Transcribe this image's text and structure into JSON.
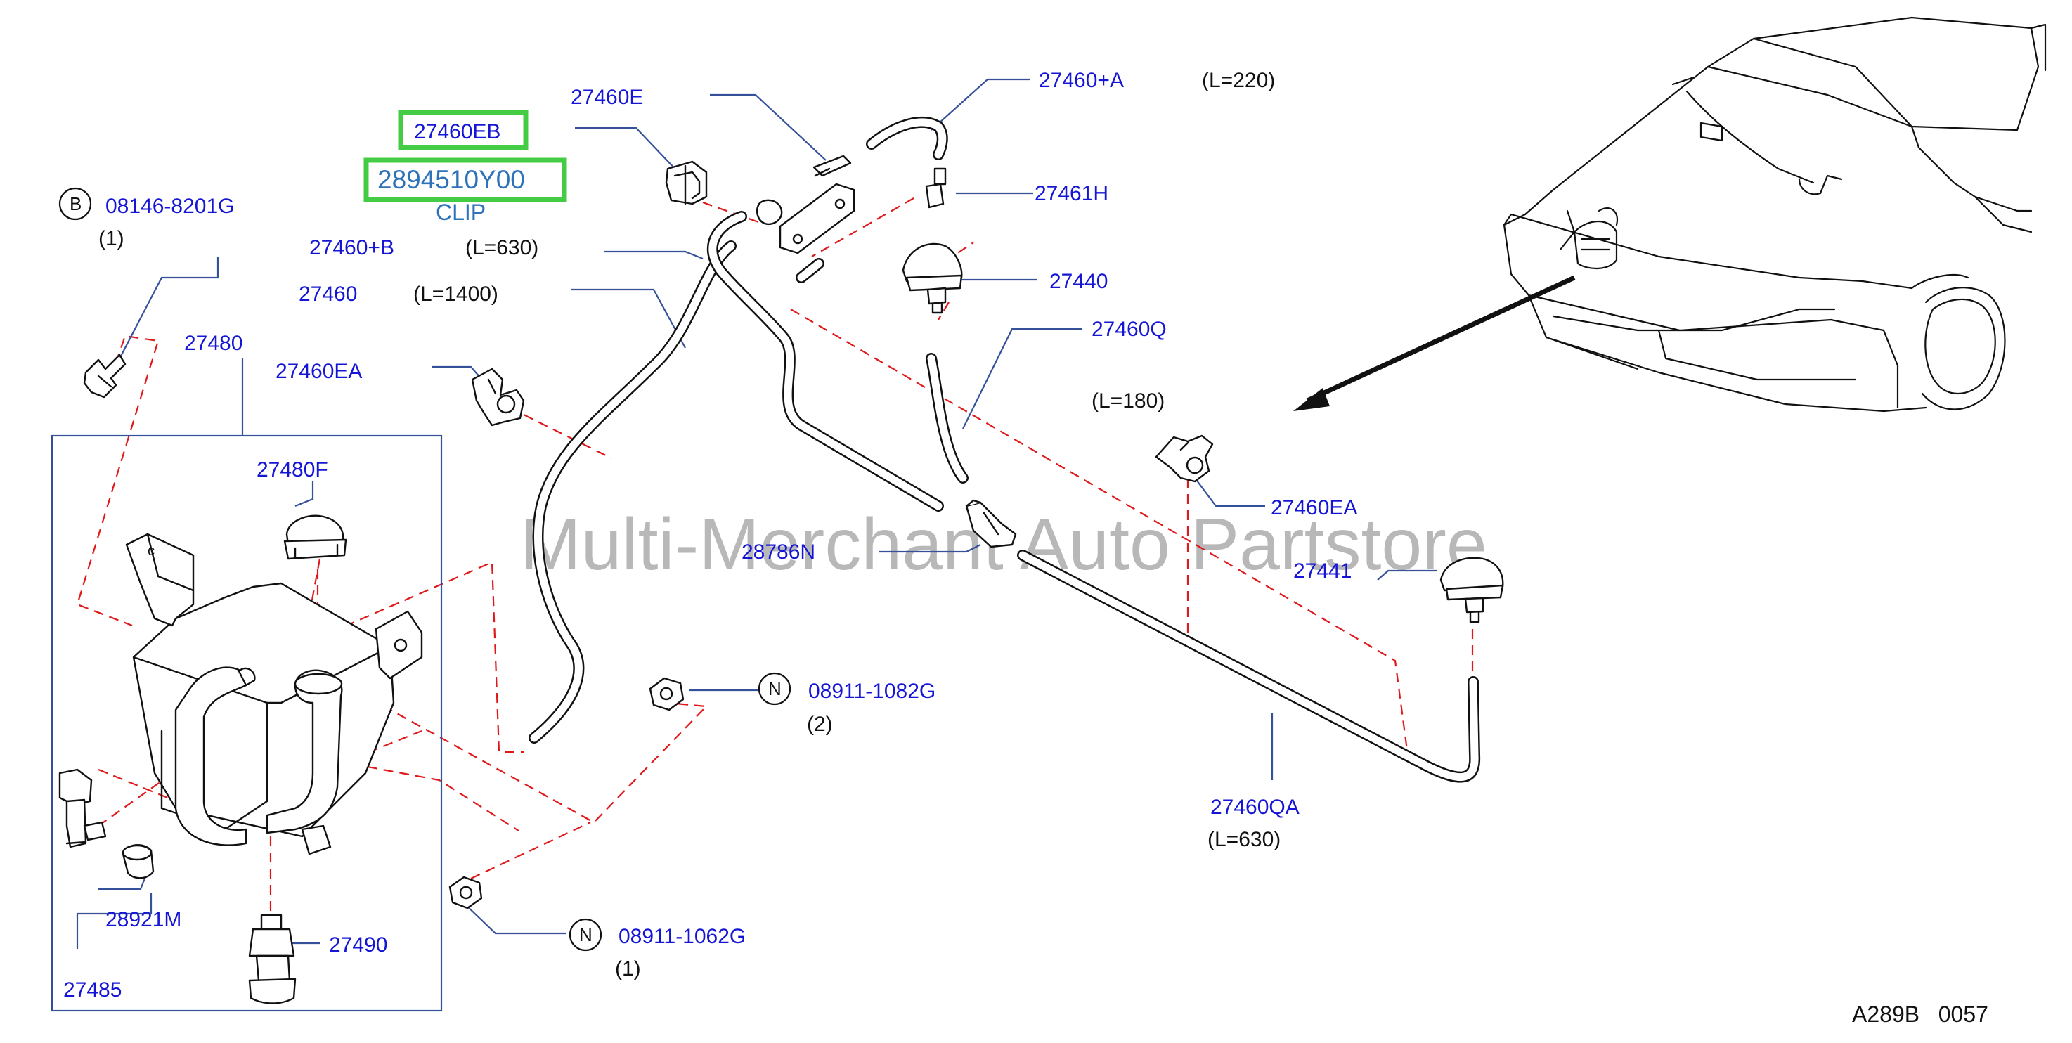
{
  "watermark": "Multi-Merchant Auto Partstore",
  "diagram_code": "A289B   0057",
  "highlighted": {
    "part_number": "27460EB",
    "replacement_number": "2894510Y00",
    "description": "CLIP",
    "highlight_color": "#44cc44"
  },
  "colors": {
    "part_number": "#1515d6",
    "leader": "#35519a",
    "dashed_guide": "#e0181a",
    "watermark": "#b8b8b8"
  },
  "labels": {
    "p27460E": "27460E",
    "p27460A": "27460+A",
    "q27460A": "(L=220)",
    "b_symbol": "B",
    "p08146": "08146-8201G",
    "q08146": "(1)",
    "p27461H": "27461H",
    "p27460B": "27460+B",
    "q27460B": "(L=630)",
    "p27460": "27460",
    "q27460": "(L=1400)",
    "p27440": "27440",
    "p27480": "27480",
    "p27460EA_1": "27460EA",
    "p27460Q": "27460Q",
    "q27460Q": "(L=180)",
    "p27480F": "27480F",
    "p27460EA_2": "27460EA",
    "p28786N": "28786N",
    "p27441": "27441",
    "n_symbol_1": "N",
    "p08911_1082": "08911-1082G",
    "q08911_1082": "(2)",
    "p27460QA": "27460QA",
    "q27460QA": "(L=630)",
    "p28921M": "28921M",
    "p27490": "27490",
    "n_symbol_2": "N",
    "p08911_1062": "08911-1062G",
    "q08911_1062": "(1)",
    "p27485": "27485"
  }
}
